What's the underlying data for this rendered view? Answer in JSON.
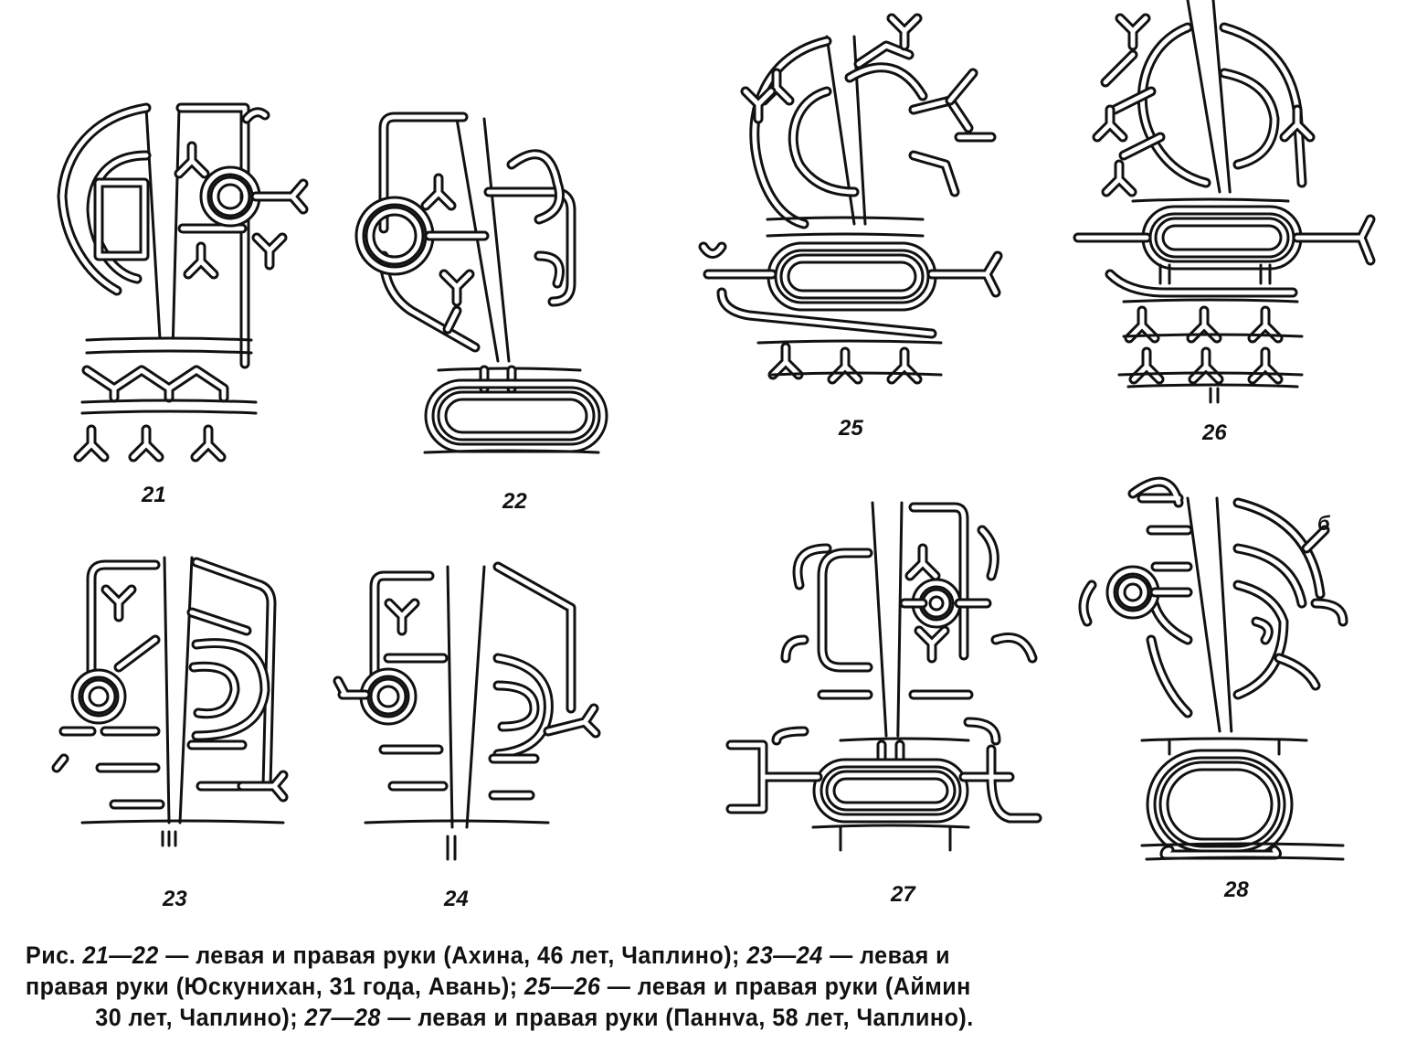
{
  "figures": [
    {
      "id": "21",
      "label": "21"
    },
    {
      "id": "22",
      "label": "22"
    },
    {
      "id": "25",
      "label": "25"
    },
    {
      "id": "26",
      "label": "26"
    },
    {
      "id": "23",
      "label": "23"
    },
    {
      "id": "24",
      "label": "24"
    },
    {
      "id": "27",
      "label": "27"
    },
    {
      "id": "28",
      "label": "28"
    }
  ],
  "sub_mark": "б",
  "caption": {
    "prefix": "Рис.",
    "r1": "21—22",
    "t1": "— левая и правая руки (Ахина, 46 лет, Чаплино);",
    "r2": "23—24",
    "t2a": "— левая и",
    "t2b": "правая руки (Юскунихан, 31 года, Авань);",
    "r3": "25—26",
    "t3a": "— левая и правая руки (Аймин",
    "t3b": "30 лет, Чаплино);",
    "r4": "27—28",
    "t4": "— левая и правая руки (Паннvа, 58 лет, Чаплино)."
  },
  "colors": {
    "ink": "#111111",
    "paper": "#ffffff"
  }
}
